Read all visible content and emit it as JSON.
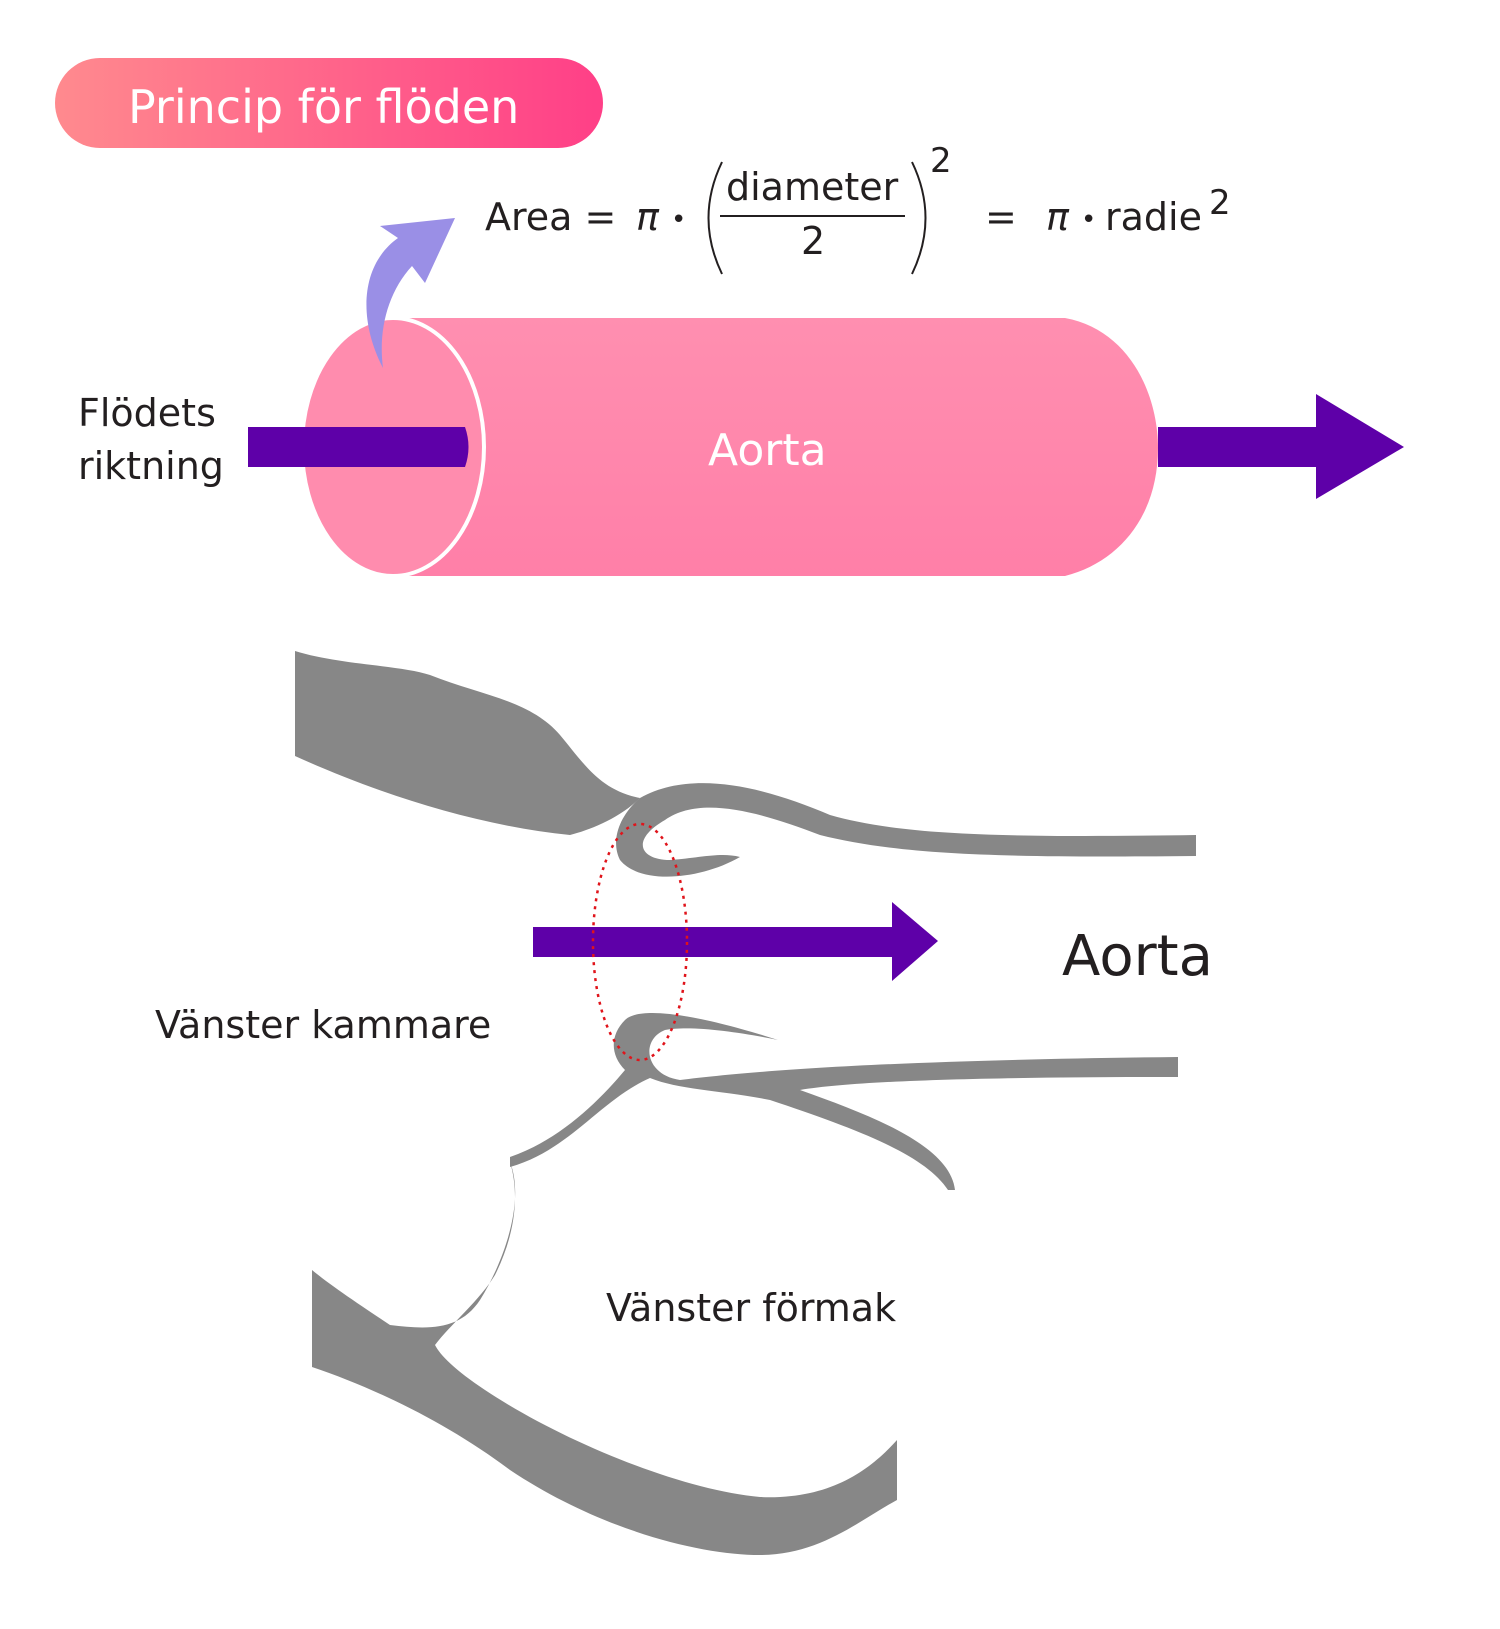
{
  "title": "Princip för flöden",
  "formula": {
    "lhs": "Area =",
    "pi": "π",
    "dot": "•",
    "numerator": "diameter",
    "denominator": "2",
    "exponent": "2",
    "equals": "=",
    "rhs_term": "radie",
    "rhs_exponent": "2"
  },
  "top_diagram": {
    "flow_label_line1": "Flödets",
    "flow_label_line2": "riktning",
    "vessel_label": "Aorta"
  },
  "bottom_diagram": {
    "aorta_label": "Aorta",
    "left_ventricle_label": "Vänster kammare",
    "left_atrium_label": "Vänster förmak"
  },
  "colors": {
    "title_gradient_start": "#ff8a8e",
    "title_gradient_end": "#ff3f87",
    "vessel_pink": "#ff8aae",
    "cap_pink": "#ff8cae",
    "flow_arrow": "#5e00a8",
    "curved_arrow": "#9a8fe6",
    "tissue_gray": "#878787",
    "valve_ring": "#e0141b"
  }
}
